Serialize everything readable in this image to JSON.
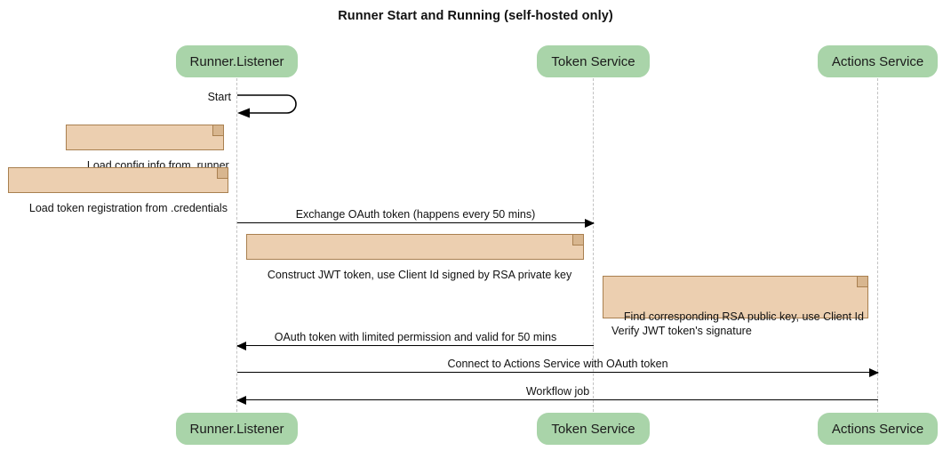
{
  "diagram": {
    "title": "Runner Start and Running (self-hosted only)",
    "type": "uml-sequence-diagram",
    "colors": {
      "participant_fill": "#a9d4a9",
      "note_fill": "#eccfb0",
      "note_border": "#a98050",
      "note_fold": "#d8b68f",
      "lifeline": "#c2c2c2",
      "arrow": "#000000",
      "text": "#111111",
      "background": "#ffffff"
    }
  },
  "participants": [
    {
      "id": "runner",
      "label": "Runner.Listener"
    },
    {
      "id": "token",
      "label": "Token Service"
    },
    {
      "id": "actions",
      "label": "Actions Service"
    }
  ],
  "messages": [
    {
      "id": "start",
      "label": "Start",
      "from": "runner",
      "to": "runner",
      "kind": "self",
      "arrow": "solid-filled"
    },
    {
      "id": "exchange-oauth",
      "label": "Exchange OAuth token (happens every 50 mins)",
      "from": "runner",
      "to": "token",
      "kind": "call",
      "direction": "right",
      "arrow": "solid-filled"
    },
    {
      "id": "oauth-return",
      "label": "OAuth token with limited permission and valid for 50 mins",
      "from": "token",
      "to": "runner",
      "kind": "return",
      "direction": "left",
      "arrow": "solid-filled"
    },
    {
      "id": "connect-actions",
      "label": "Connect to Actions Service with OAuth token",
      "from": "runner",
      "to": "actions",
      "kind": "call",
      "direction": "right",
      "arrow": "solid-filled"
    },
    {
      "id": "workflow-job",
      "label": "Workflow job",
      "from": "actions",
      "to": "runner",
      "kind": "return",
      "direction": "left",
      "arrow": "solid-filled"
    }
  ],
  "notes": [
    {
      "id": "note-config",
      "text": "Load config info from .runner",
      "attached_to": "runner"
    },
    {
      "id": "note-credentials",
      "text": "Load token registration from .credentials",
      "attached_to": "runner"
    },
    {
      "id": "note-jwt",
      "text": "Construct JWT token, use Client Id signed by RSA private key",
      "attached_to": "runner"
    },
    {
      "id": "note-verify",
      "text": "Find corresponding RSA public key, use Client Id\nVerify JWT token's signature",
      "attached_to": "token"
    }
  ]
}
